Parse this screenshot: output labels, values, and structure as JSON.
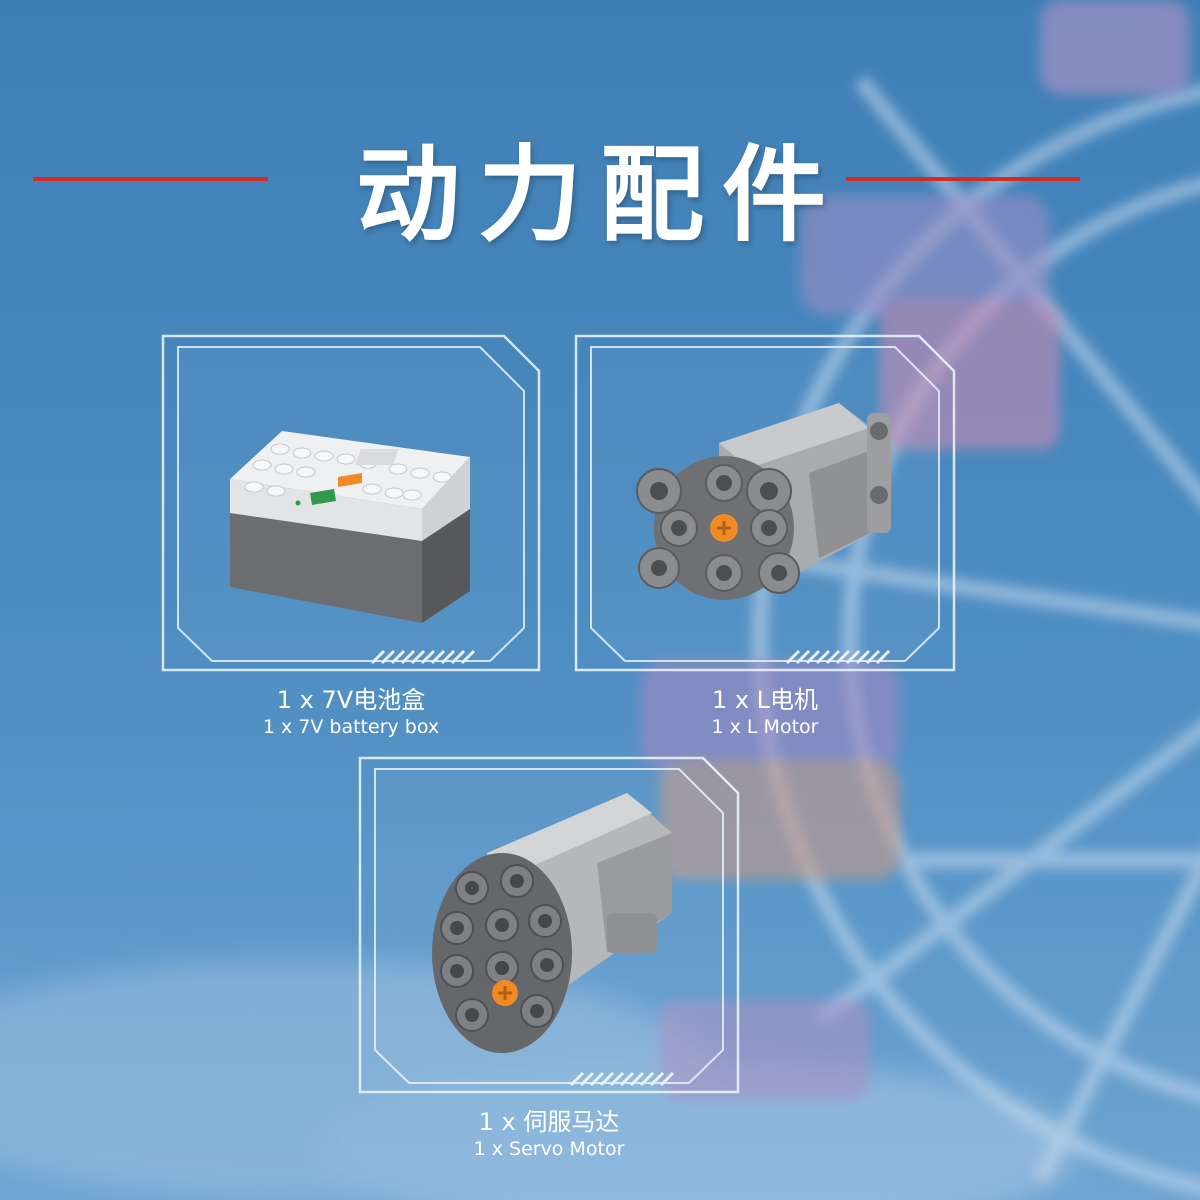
{
  "header": {
    "title": "动力配件"
  },
  "colors": {
    "accent_rule": "#d32a26",
    "background": "#4a8ac0",
    "frame": "#e8f2fb"
  },
  "items": [
    {
      "icon": "battery-box",
      "label_cn": "1 x 7V电池盒",
      "label_en": "1 x 7V battery box"
    },
    {
      "icon": "l-motor",
      "label_cn": "1 x L电机",
      "label_en": "1 x L  Motor"
    },
    {
      "icon": "servo-motor",
      "label_cn": "1 x 伺服马达",
      "label_en": "1 x Servo Motor"
    }
  ]
}
